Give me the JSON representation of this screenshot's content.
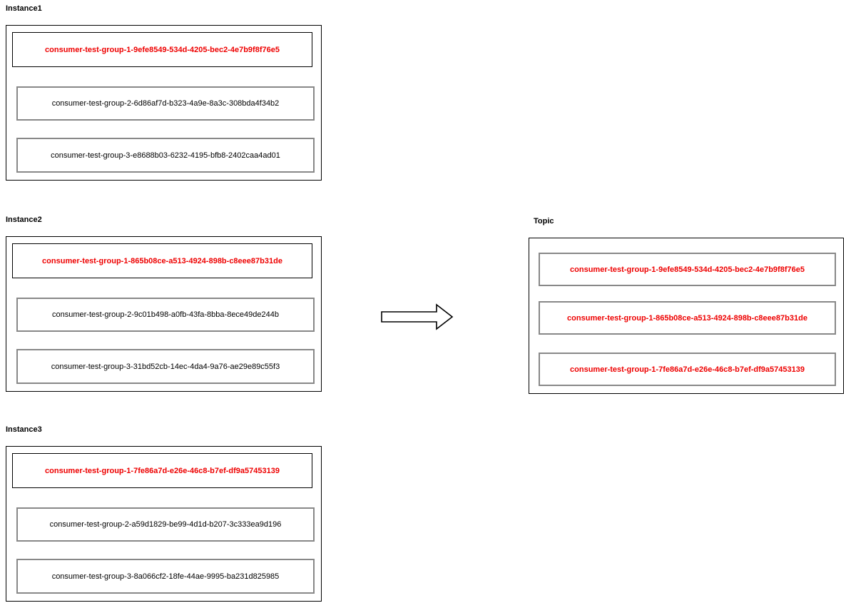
{
  "colors": {
    "highlight_text": "#ee0000",
    "normal_text": "#000000",
    "inner_border_gray": "#888888",
    "outer_border": "#000000"
  },
  "instances": [
    {
      "label": "Instance1",
      "groups": [
        {
          "text": "consumer-test-group-1-9efe8549-534d-4205-bec2-4e7b9f8f76e5",
          "highlighted": true
        },
        {
          "text": "consumer-test-group-2-6d86af7d-b323-4a9e-8a3c-308bda4f34b2",
          "highlighted": false
        },
        {
          "text": "consumer-test-group-3-e8688b03-6232-4195-bfb8-2402caa4ad01",
          "highlighted": false
        }
      ]
    },
    {
      "label": "Instance2",
      "groups": [
        {
          "text": "consumer-test-group-1-865b08ce-a513-4924-898b-c8eee87b31de",
          "highlighted": true
        },
        {
          "text": "consumer-test-group-2-9c01b498-a0fb-43fa-8bba-8ece49de244b",
          "highlighted": false
        },
        {
          "text": "consumer-test-group-3-31bd52cb-14ec-4da4-9a76-ae29e89c55f3",
          "highlighted": false
        }
      ]
    },
    {
      "label": "Instance3",
      "groups": [
        {
          "text": "consumer-test-group-1-7fe86a7d-e26e-46c8-b7ef-df9a57453139",
          "highlighted": true
        },
        {
          "text": "consumer-test-group-2-a59d1829-be99-4d1d-b207-3c333ea9d196",
          "highlighted": false
        },
        {
          "text": "consumer-test-group-3-8a066cf2-18fe-44ae-9995-ba231d825985",
          "highlighted": false
        }
      ]
    }
  ],
  "topic": {
    "label": "Topic",
    "groups": [
      {
        "text": "consumer-test-group-1-9efe8549-534d-4205-bec2-4e7b9f8f76e5",
        "highlighted": true
      },
      {
        "text": "consumer-test-group-1-865b08ce-a513-4924-898b-c8eee87b31de",
        "highlighted": true
      },
      {
        "text": "consumer-test-group-1-7fe86a7d-e26e-46c8-b7ef-df9a57453139",
        "highlighted": true
      }
    ]
  },
  "arrow": {
    "name": "right-arrow",
    "direction": "right"
  }
}
